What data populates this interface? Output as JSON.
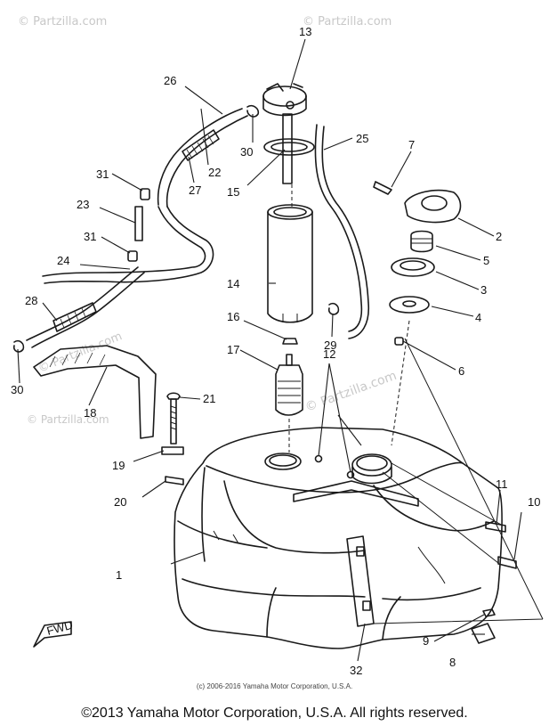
{
  "watermark": "© Partzilla.com",
  "small_copyright": "(c) 2006-2016 Yamaha Motor Corporation, U.S.A.",
  "footer": "©2013 Yamaha Motor Corporation, U.S.A. All rights reserved.",
  "fwd_label": "FWD",
  "callouts": [
    "1",
    "2",
    "3",
    "4",
    "5",
    "6",
    "7",
    "8",
    "9",
    "10",
    "11",
    "12",
    "13",
    "14",
    "15",
    "16",
    "17",
    "18",
    "19",
    "20",
    "21",
    "22",
    "23",
    "24",
    "25",
    "26",
    "27",
    "28",
    "29",
    "30",
    "31",
    "32"
  ]
}
